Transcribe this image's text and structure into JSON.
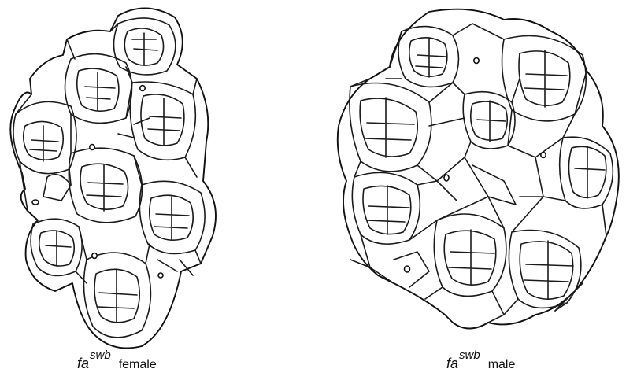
{
  "panels": [
    {
      "genotype": "fa",
      "allele": "swb",
      "sex": "female"
    },
    {
      "genotype": "fa",
      "allele": "swb",
      "sex": "male"
    }
  ],
  "colors": {
    "line": "#111111",
    "background": "#ffffff"
  }
}
